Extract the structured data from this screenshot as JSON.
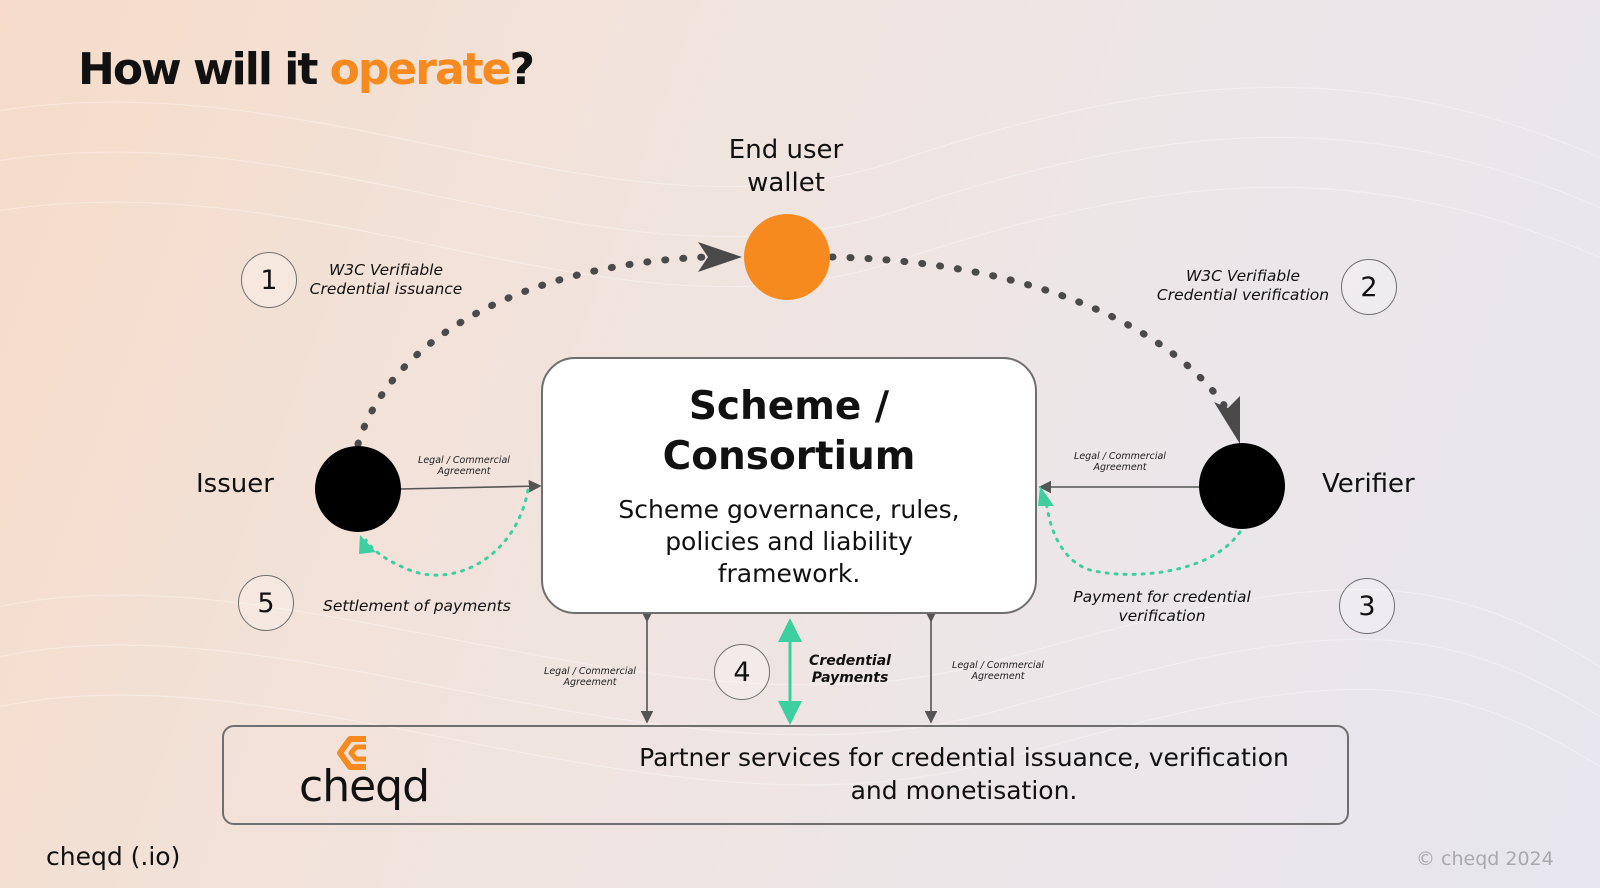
{
  "slide": {
    "title_main": "How will it ",
    "title_accent": "operate",
    "title_end": "?"
  },
  "nodes": {
    "wallet": "End user\nwallet",
    "issuer": "Issuer",
    "verifier": "Verifier"
  },
  "scheme": {
    "title": "Scheme /\nConsortium",
    "description": "Scheme governance, rules,\npolicies and liability\nframework."
  },
  "steps": [
    {
      "number": "1",
      "label": "W3C Verifiable\nCredential issuance"
    },
    {
      "number": "2",
      "label": "W3C Verifiable\nCredential verification"
    },
    {
      "number": "3",
      "label": "Payment for credential\nverification"
    },
    {
      "number": "4",
      "label": "Credential\nPayments"
    },
    {
      "number": "5",
      "label": "Settlement of payments"
    }
  ],
  "agreements": {
    "issuer": "Legal / Commercial\nAgreement",
    "verifier": "Legal / Commercial\nAgreement",
    "bottom_left": "Legal / Commercial\nAgreement",
    "bottom_right": "Legal / Commercial\nAgreement"
  },
  "partner": {
    "logo_text": "cheqd",
    "text": "Partner services for credential issuance, verification\nand monetisation."
  },
  "footer": {
    "left": "cheqd (.io)",
    "right": "© cheqd 2024"
  },
  "colors": {
    "accent_orange": "#f68a1e",
    "teal": "#3ecfa0",
    "dark_dots": "#4a4a4a"
  }
}
